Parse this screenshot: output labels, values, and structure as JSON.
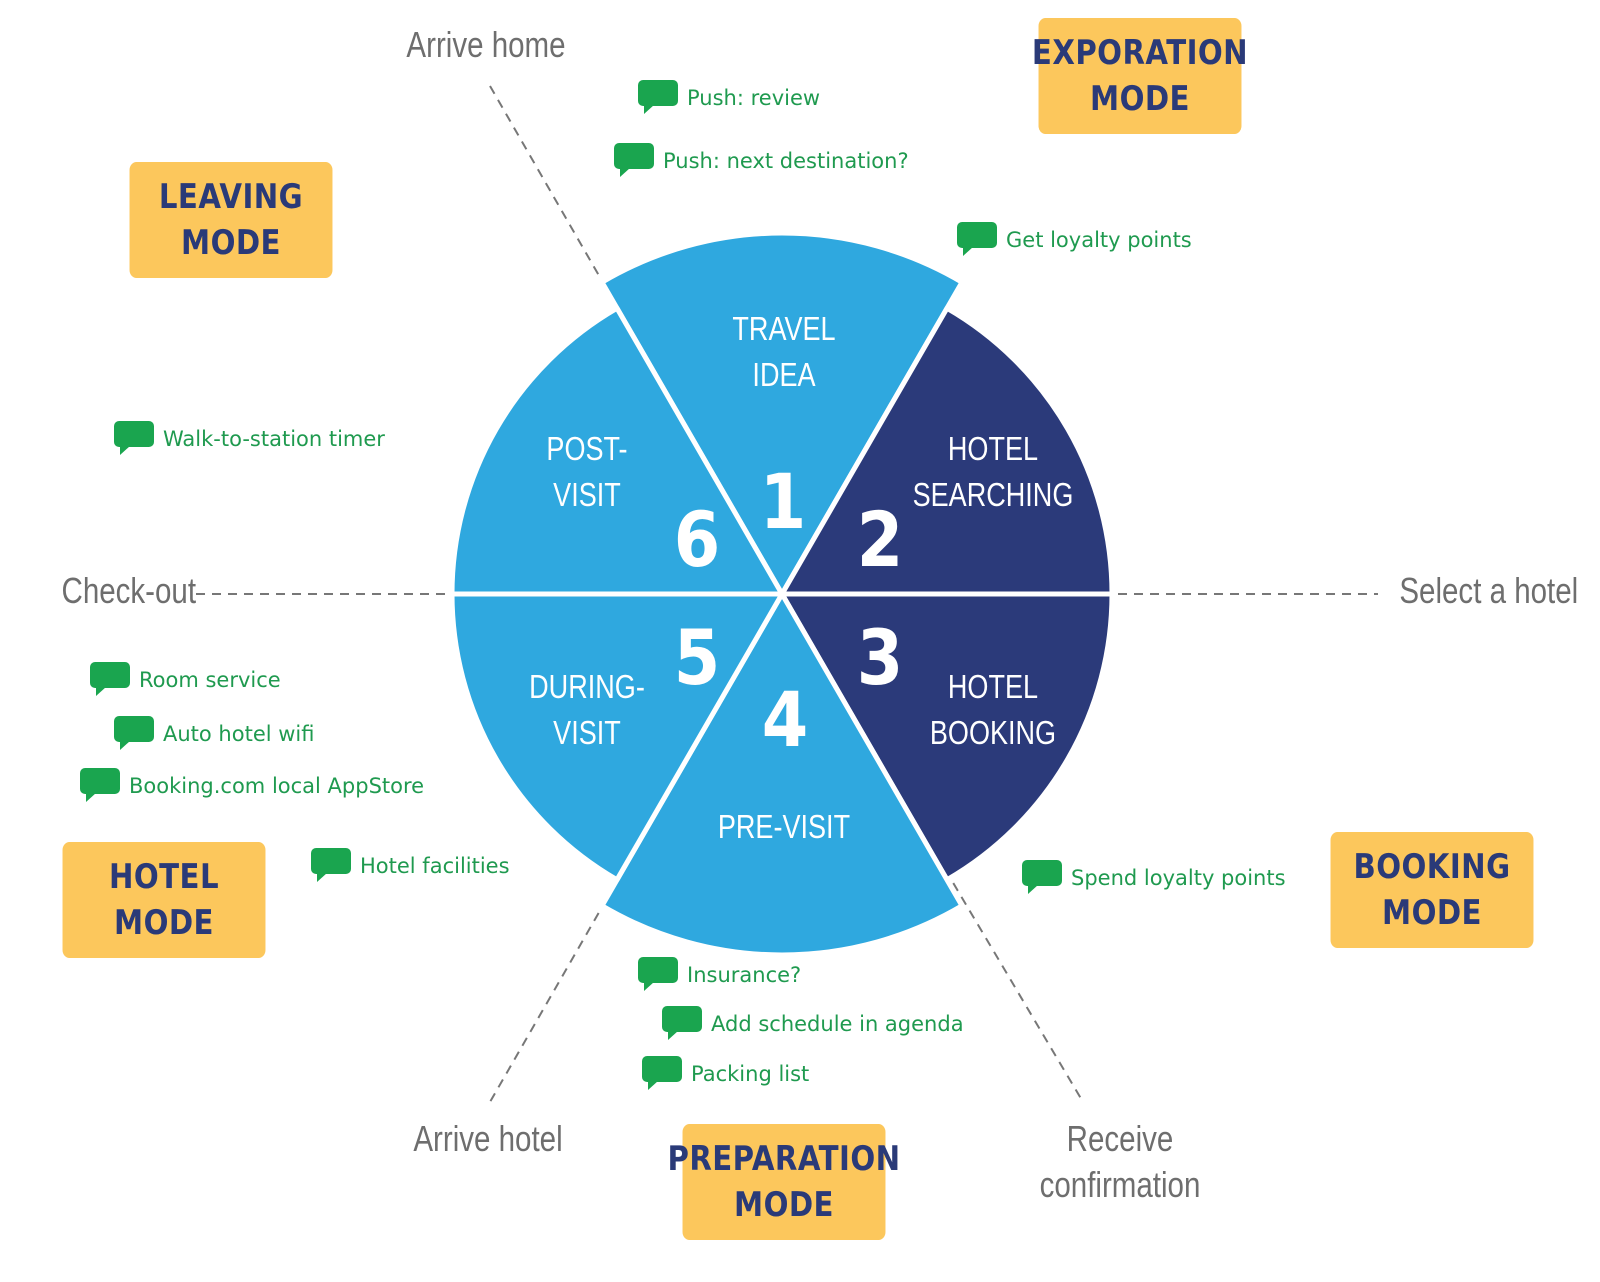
{
  "colors": {
    "light_segment": "#2fa8df",
    "dark_segment": "#2b3a7a",
    "mode_box": "#fcc75c",
    "mode_text": "#2a3a78",
    "feature_green": "#1f9a4f",
    "bubble_green": "#1aa54f",
    "milestone_gray": "#6e6e6e",
    "dash_gray": "#777777"
  },
  "phases": [
    {
      "number": "1",
      "line1": "TRAVEL",
      "line2": "IDEA",
      "shade": "light"
    },
    {
      "number": "2",
      "line1": "HOTEL",
      "line2": "SEARCHING",
      "shade": "dark"
    },
    {
      "number": "3",
      "line1": "HOTEL",
      "line2": "BOOKING",
      "shade": "dark"
    },
    {
      "number": "4",
      "line1": "PRE-VISIT",
      "line2": "",
      "shade": "light"
    },
    {
      "number": "5",
      "line1": "DURING-",
      "line2": "VISIT",
      "shade": "light"
    },
    {
      "number": "6",
      "line1": "POST-",
      "line2": "VISIT",
      "shade": "light"
    }
  ],
  "milestones": {
    "arrive_home": "Arrive home",
    "select_hotel": "Select a hotel",
    "receive_confirmation_1": "Receive",
    "receive_confirmation_2": "confirmation",
    "arrive_hotel": "Arrive hotel",
    "check_out": "Check-out"
  },
  "modes": {
    "exploration": {
      "line1": "EXPORATION",
      "line2": "MODE"
    },
    "booking": {
      "line1": "BOOKING",
      "line2": "MODE"
    },
    "preparation": {
      "line1": "PREPARATION",
      "line2": "MODE"
    },
    "hotel": {
      "line1": "HOTEL",
      "line2": "MODE"
    },
    "leaving": {
      "line1": "LEAVING",
      "line2": "MODE"
    }
  },
  "features": {
    "push_review": "Push: review",
    "push_next_destination": "Push: next destination?",
    "get_loyalty_points": "Get loyalty points",
    "spend_loyalty_points": "Spend loyalty points",
    "insurance": "Insurance?",
    "add_schedule": "Add schedule in agenda",
    "packing_list": "Packing list",
    "hotel_facilities": "Hotel facilities",
    "room_service": "Room service",
    "auto_hotel_wifi": "Auto hotel wifi",
    "booking_appstore": "Booking.com local AppStore",
    "walk_timer": "Walk-to-station timer"
  }
}
